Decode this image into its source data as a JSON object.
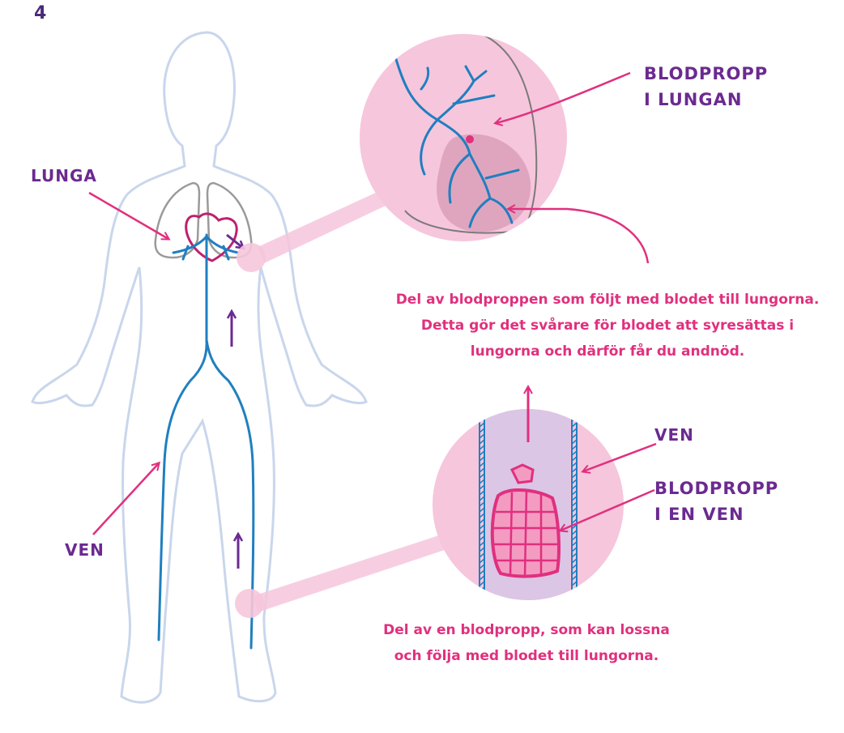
{
  "page_number": "4",
  "labels": {
    "lunga": "LUNGA",
    "ven_left": "VEN",
    "blodpropp_lungan_line1": "BLODPROPP",
    "blodpropp_lungan_line2": "I LUNGAN",
    "ven_right": "VEN",
    "blodpropp_ven_line1": "BLODPROPP",
    "blodpropp_ven_line2": "I EN VEN"
  },
  "captions": {
    "lung_caption": [
      "Del av blodproppen som följt med blodet till lungorna.",
      "Detta gör det svårare för blodet att syresättas i",
      "lungorna och därför får du andnöd."
    ],
    "vein_caption": [
      "Del av en blodpropp, som kan lossna",
      "och följa med blodet till lungorna."
    ]
  },
  "colors": {
    "label_purple": "#6b2a90",
    "caption_pink": "#e0307e",
    "arrow_pink": "#e0307e",
    "vessel_blue": "#1f7fc0",
    "body_outline": "#c9d6ec",
    "circle_fill": "#f6c6dc",
    "lung_outline": "#9a9a9a"
  }
}
